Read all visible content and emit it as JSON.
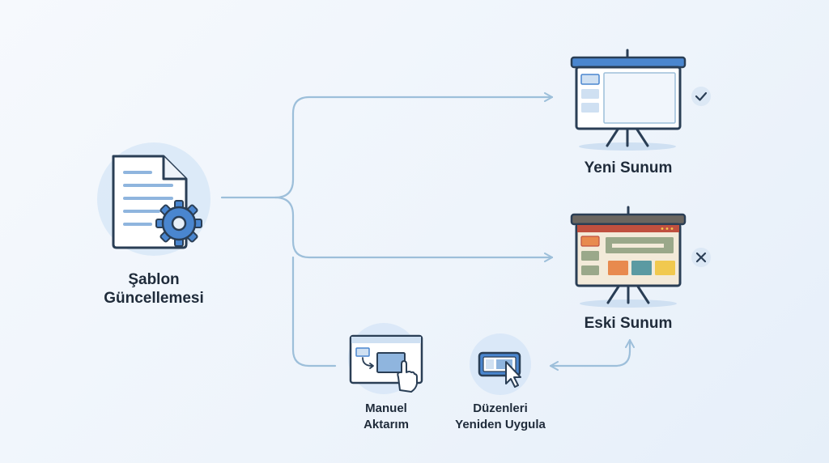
{
  "source": {
    "label_line1": "Şablon",
    "label_line2": "Güncellemesi",
    "icon": "document-gear-icon"
  },
  "targets": [
    {
      "id": "new",
      "label": "Yeni Sunum",
      "status": "success",
      "status_icon": "check-icon",
      "icon": "presentation-board-icon"
    },
    {
      "id": "old",
      "label": "Eski Sunum",
      "status": "fail",
      "status_icon": "close-icon",
      "icon": "presentation-board-icon"
    }
  ],
  "steps": [
    {
      "id": "manual",
      "label_line1": "Manuel",
      "label_line2": "Aktarım",
      "icon": "manual-transfer-icon"
    },
    {
      "id": "reapply",
      "label_line1": "Düzenleri",
      "label_line2": "Yeniden Uygula",
      "icon": "layout-click-icon"
    }
  ],
  "colors": {
    "line": "#9dbfda",
    "outline": "#2a3e55",
    "accent_blue": "#4a86cf",
    "halo": "#d8e7f7",
    "old_red": "#c0503f",
    "old_orange": "#e88a4e",
    "old_teal": "#5b9aa2",
    "old_yellow": "#f1c94f",
    "old_green": "#9aa88a"
  }
}
